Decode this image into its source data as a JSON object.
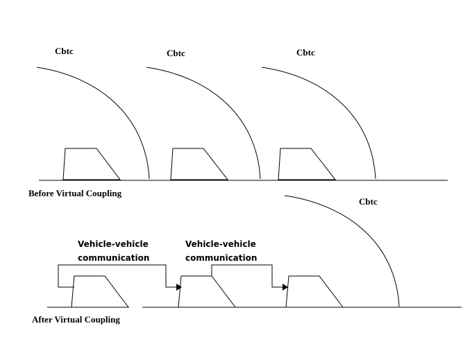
{
  "labels": {
    "cbtc": "Cbtc",
    "before": "Before Virtual Coupling",
    "after": "After Virtual Coupling",
    "v2v_line1": "Vehicle-vehicle",
    "v2v_line2": "communication"
  },
  "colors": {
    "line": "#000000",
    "background": "#ffffff"
  }
}
